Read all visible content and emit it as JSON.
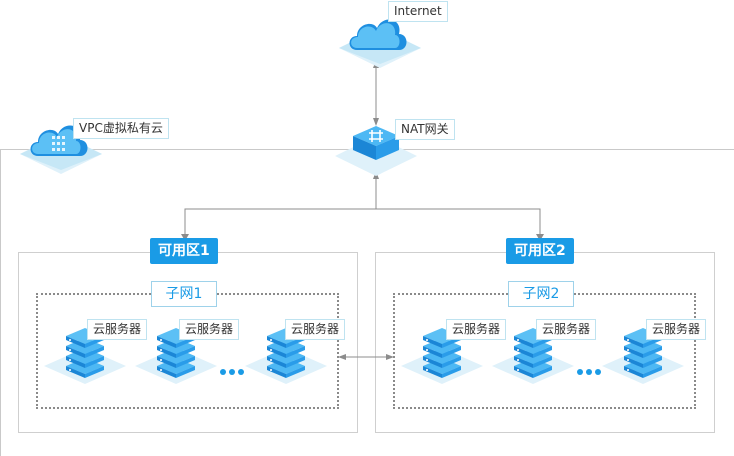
{
  "nodes": {
    "internet": "Internet",
    "nat": "NAT网关",
    "vpc": "VPC虚拟私有云"
  },
  "zones": [
    {
      "label": "可用区1",
      "subnet": "子网1",
      "servers": [
        "云服务器",
        "云服务器",
        "云服务器"
      ]
    },
    {
      "label": "可用区2",
      "subnet": "子网2",
      "servers": [
        "云服务器",
        "云服务器",
        "云服务器"
      ]
    }
  ],
  "colors": {
    "accent": "#1a9be6",
    "platform": "#dff1fa",
    "server_blue": "#2aa4ef",
    "line": "#8c8c8c"
  }
}
